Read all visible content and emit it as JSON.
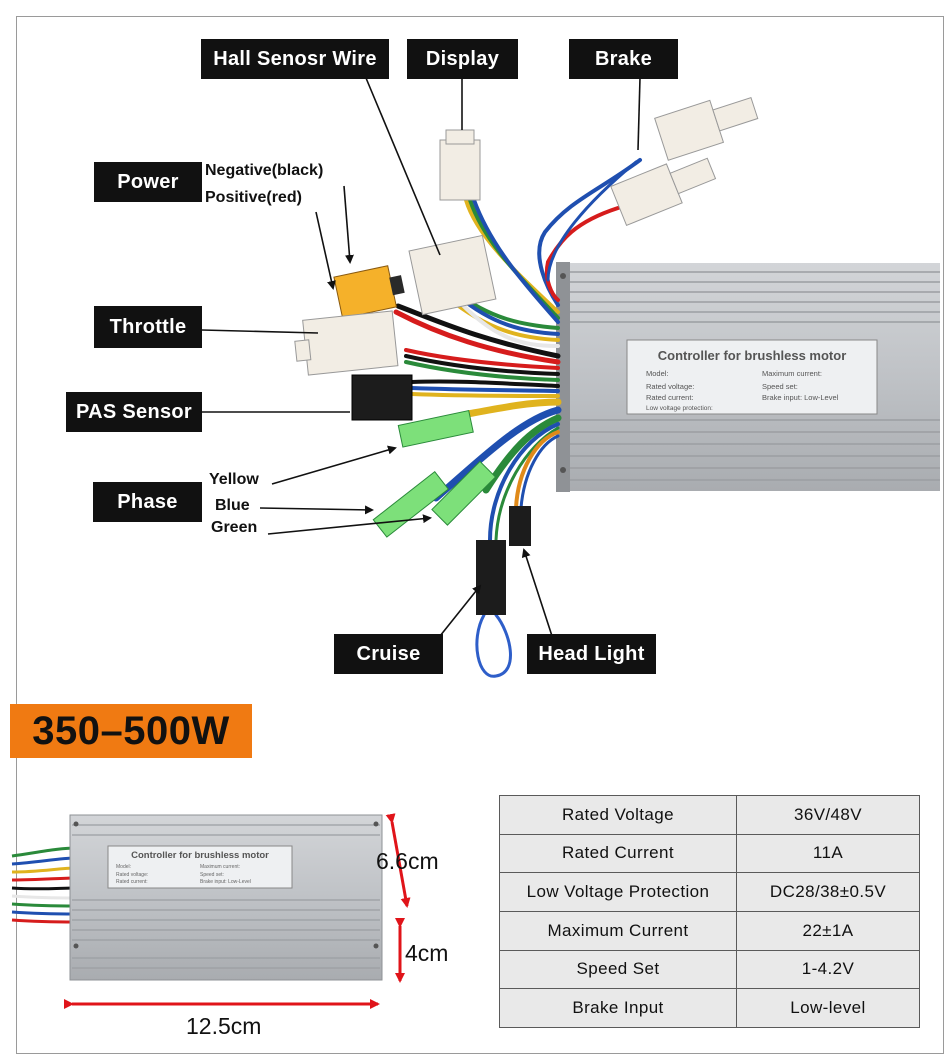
{
  "callouts": {
    "hall_sensor": "Hall Senosr Wire",
    "display": "Display",
    "brake": "Brake",
    "power": "Power",
    "power_negative": "Negative(black)",
    "power_positive": "Positive(red)",
    "throttle": "Throttle",
    "pas_sensor": "PAS Sensor",
    "phase": "Phase",
    "phase_yellow": "Yellow",
    "phase_blue": "Blue",
    "phase_green": "Green",
    "cruise": "Cruise",
    "head_light": "Head Light"
  },
  "controller_label": {
    "title": "Controller for brushless motor",
    "model": "Model:",
    "max_current": "Maximum current:",
    "rated_voltage": "Rated voltage:",
    "speed_set": "Speed set:",
    "rated_current": "Rated current:",
    "brake_input": "Brake input: Low-Level",
    "low_voltage": "Low voltage protection:"
  },
  "power_rating": "350–500W",
  "dimensions": {
    "height": "6.6cm",
    "depth": "4cm",
    "length": "12.5cm"
  },
  "specs": [
    {
      "label": "Rated Voltage",
      "value": "36V/48V"
    },
    {
      "label": "Rated Current",
      "value": "11A"
    },
    {
      "label": "Low Voltage Protection",
      "value": "DC28/38±0.5V"
    },
    {
      "label": "Maximum Current",
      "value": "22±1A"
    },
    {
      "label": "Speed Set",
      "value": "1-4.2V"
    },
    {
      "label": "Brake Input",
      "value": "Low-level"
    }
  ],
  "colors": {
    "badge": "#f07a12",
    "callout_bg": "#111111",
    "arrow_red": "#e0141a",
    "housing": "#b9bcc0"
  }
}
